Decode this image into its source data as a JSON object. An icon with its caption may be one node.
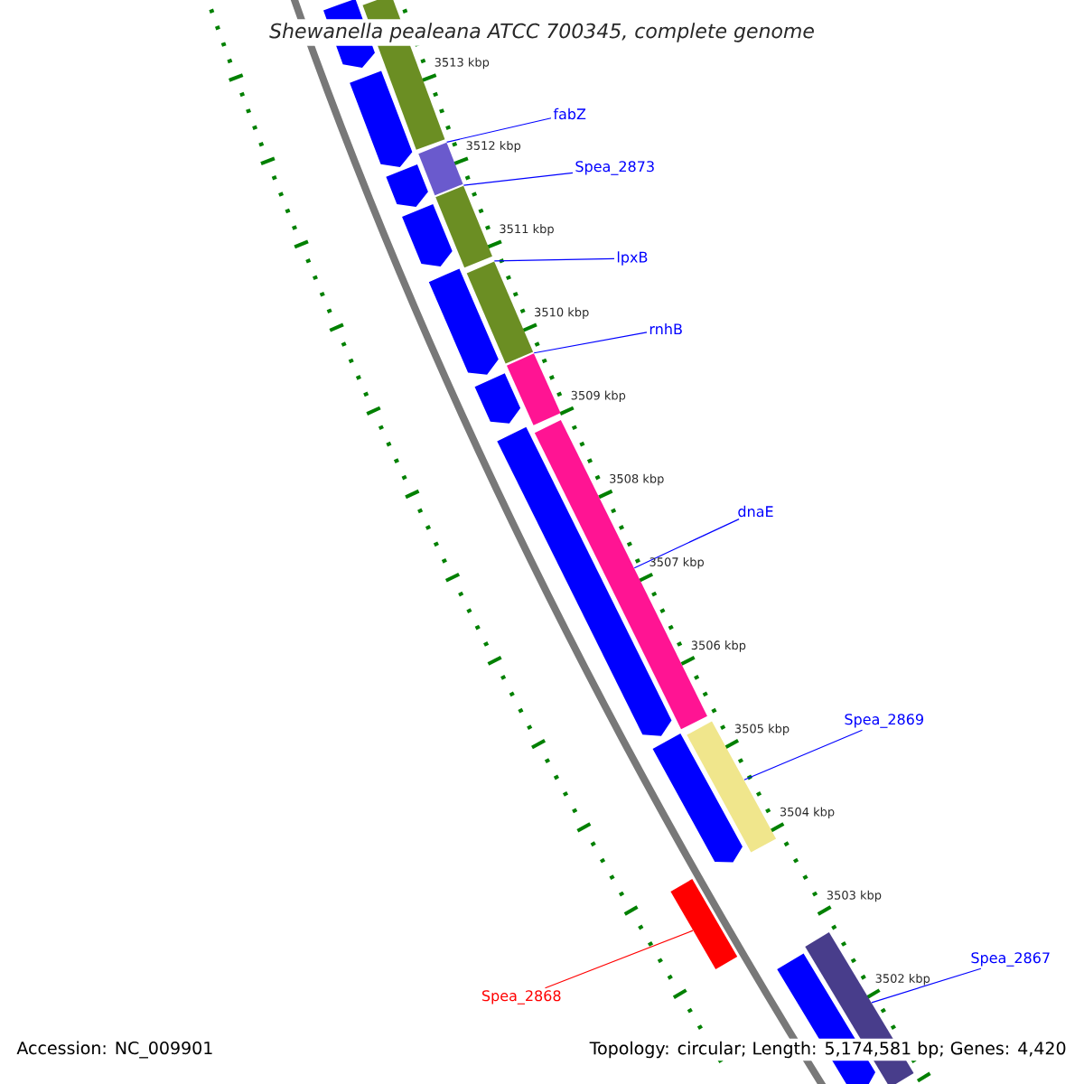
{
  "diagram": {
    "title": "Shewanella pealeana ATCC 700345, complete genome",
    "nodes": [
      {
        "text": [
          "fabZ"
        ]
      },
      {
        "text": [],
        "shape": "bar"
      },
      {
        "text": [
          "Spea_2873"
        ]
      },
      {
        "text": [],
        "shape": "bar"
      },
      {
        "text": [
          "lpxB"
        ]
      },
      {
        "text": [],
        "shape": "bar"
      },
      {
        "text": [
          "rnhB"
        ]
      },
      {
        "text": [],
        "shape": "bar"
      },
      {
        "text": [
          "dnaE"
        ]
      },
      {
        "text": [],
        "shape": "bar"
      },
      {
        "text": [
          "Spea_2869"
        ]
      },
      {
        "text": [],
        "shape": "bar"
      },
      {
        "text": [
          "Spea_2868"
        ]
      },
      {
        "text": [],
        "shape": "bar"
      },
      {
        "text": [
          "Spea_2867"
        ]
      },
      {
        "text": [],
        "shape": "bar"
      },
      {
        "text": [],
        "shape": "bar"
      },
      {
        "text": [],
        "shape": "arrow"
      },
      {
        "text": [],
        "shape": "arrow"
      },
      {
        "text": [],
        "shape": "arrow"
      },
      {
        "text": [],
        "shape": "arrow"
      },
      {
        "text": [],
        "shape": "arrow"
      },
      {
        "text": [],
        "shape": "arrow"
      },
      {
        "text": [],
        "shape": "arrow"
      },
      {
        "text": [],
        "shape": "arrow"
      },
      {
        "text": [],
        "shape": "arrow"
      }
    ],
    "edges": [
      {
        "from": 0,
        "to": 1,
        "arrow": "none"
      },
      {
        "from": 2,
        "to": 3,
        "arrow": "none"
      },
      {
        "from": 4,
        "to": 5,
        "arrow": "none"
      },
      {
        "from": 6,
        "to": 7,
        "arrow": "none"
      },
      {
        "from": 8,
        "to": 9,
        "arrow": "none"
      },
      {
        "from": 10,
        "to": 11,
        "arrow": "none"
      },
      {
        "from": 12,
        "to": 13,
        "arrow": "none",
        "color": "#ff0000"
      },
      {
        "from": 14,
        "to": 15,
        "arrow": "none"
      }
    ],
    "labels": [
      "3513 kbp",
      "3512 kbp",
      "3511 kbp",
      "3510 kbp",
      "3509 kbp",
      "3508 kbp",
      "3507 kbp",
      "3506 kbp",
      "3505 kbp",
      "3504 kbp",
      "3503 kbp",
      "3502 kbp",
      "Accession: NC_009901",
      "Topology: circular; Length: 5,174,581 bp; Genes: 4,420"
    ]
  }
}
